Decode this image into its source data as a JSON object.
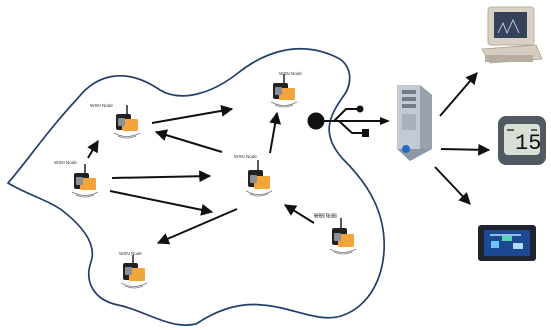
{
  "colors": {
    "network_boundary": "#243e6c",
    "arrow": "#111111",
    "sensor_body": "#222222",
    "sensor_panel": "#f3a43b",
    "sensor_accent": "#8a8f98",
    "server_body": "#b7bec8",
    "monitor": "#d9d1c3",
    "watch_screen": "#d8e0d6",
    "tablet_screen": "#1b4a93"
  },
  "nodes": [
    {
      "label": "WSN Node",
      "icon": "wireless-sensor-node"
    },
    {
      "label": "WSN Node",
      "icon": "wireless-sensor-node"
    },
    {
      "label": "WSN Node",
      "icon": "wireless-sensor-node"
    },
    {
      "label": "WSN Node",
      "icon": "wireless-sensor-node"
    },
    {
      "label": "WSN Node",
      "icon": "wireless-sensor-node"
    },
    {
      "label": "WSN Node",
      "icon": "wireless-sensor-node"
    },
    {
      "label": "WSN Node",
      "icon": "wireless-sensor-node"
    }
  ],
  "gateway": {
    "icon": "usb-icon"
  },
  "server": {
    "icon": "server-icon"
  },
  "outputs": [
    {
      "icon": "computer-monitor-icon"
    },
    {
      "icon": "digital-watch-icon",
      "display_value": "15"
    },
    {
      "icon": "tablet-icon"
    }
  ]
}
